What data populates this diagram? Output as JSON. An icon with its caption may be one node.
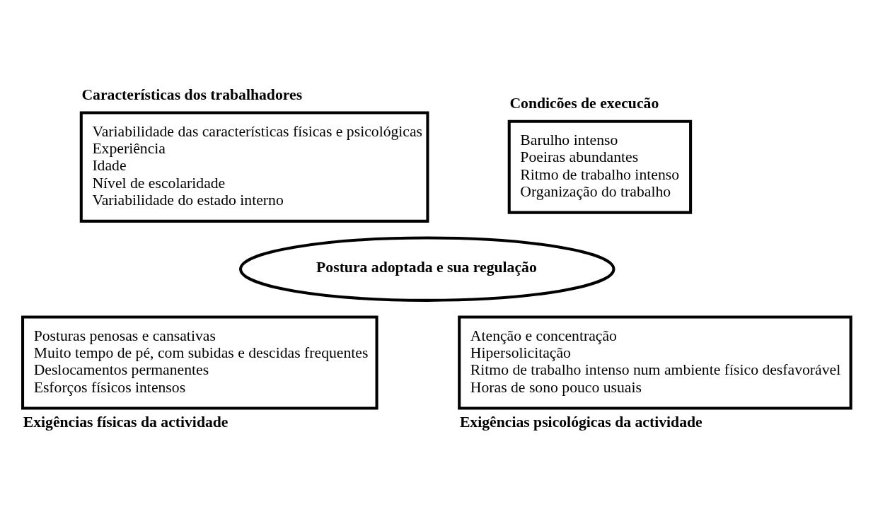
{
  "diagram": {
    "nodes": [
      {
        "text": [
          "Características dos trabalhadores",
          "Variabilidade das características físicas e psicológicas",
          "Experiência",
          "Idade",
          "Nível de escolaridade",
          "Variabilidade do estado interno"
        ]
      },
      {
        "text": [
          "Condicões de execucão",
          "Barulho intenso",
          "Poeiras abundantes",
          "Ritmo de trabalho intenso",
          "Organização do trabalho"
        ]
      },
      {
        "text": [
          "Postura adoptada e sua regulação"
        ]
      },
      {
        "text": [
          "Posturas penosas e cansativas",
          "Muito tempo de pé, com subidas e descidas frequentes",
          "Deslocamentos permanentes",
          "Esforços físicos intensos",
          "Exigências físicas da actividade"
        ]
      },
      {
        "text": [
          "Atenção e concentração",
          "Hipersolicitação",
          "Ritmo de trabalho intenso num ambiente físico desfavorável",
          "Horas de sono pouco usuais",
          "Exigências psicológicas da actividade"
        ]
      }
    ],
    "edges": []
  }
}
